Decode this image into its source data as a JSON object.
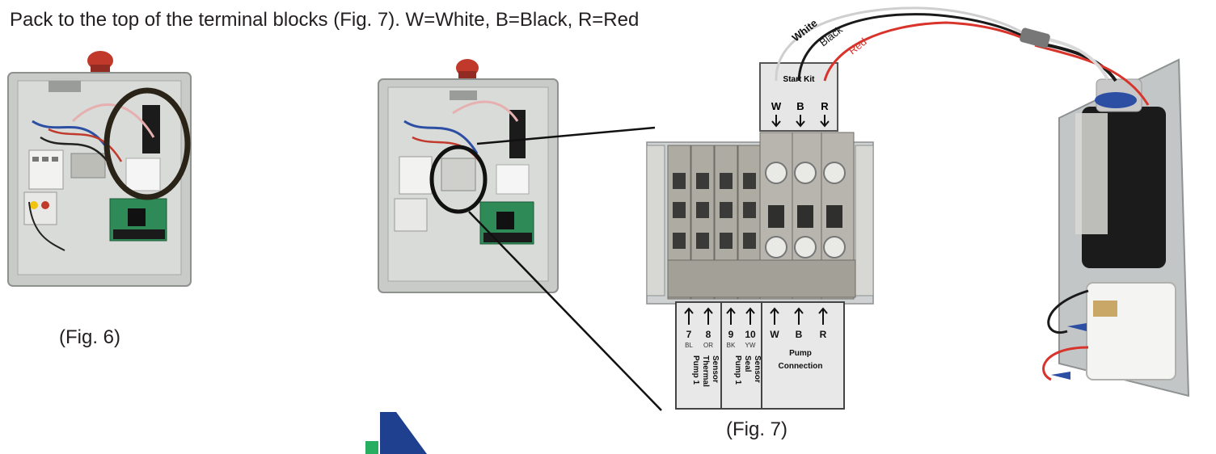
{
  "instruction_text": "Pack to the top of the terminal blocks (Fig. 7). W=White, B=Black, R=Red",
  "fig6_caption": "(Fig. 6)",
  "fig7_caption": "(Fig. 7)",
  "wires": {
    "white": "White",
    "black": "Black",
    "red": "Red"
  },
  "start_kit_label": {
    "title": "Start Kit",
    "w": "W",
    "b": "B",
    "r": "R"
  },
  "terminal_label": {
    "sensor_nums": [
      "7",
      "8",
      "9",
      "10"
    ],
    "sensor_codes": [
      "BL",
      "OR",
      "BK",
      "YW"
    ],
    "thermal_sensor_lines": [
      "Pump 1",
      "Thermal",
      "Sensor"
    ],
    "seal_sensor_lines": [
      "Pump 1",
      "Seal",
      "Sensor"
    ],
    "pump_letters": [
      "W",
      "B",
      "R"
    ],
    "pump_connection_lines": [
      "Pump",
      "Connection"
    ]
  },
  "colors": {
    "white_wire": "#e8e8e8",
    "black_wire": "#1a1a1a",
    "red_wire": "#d8342b",
    "brand_blue": "#1f3f8f",
    "brand_green": "#27ae60"
  }
}
